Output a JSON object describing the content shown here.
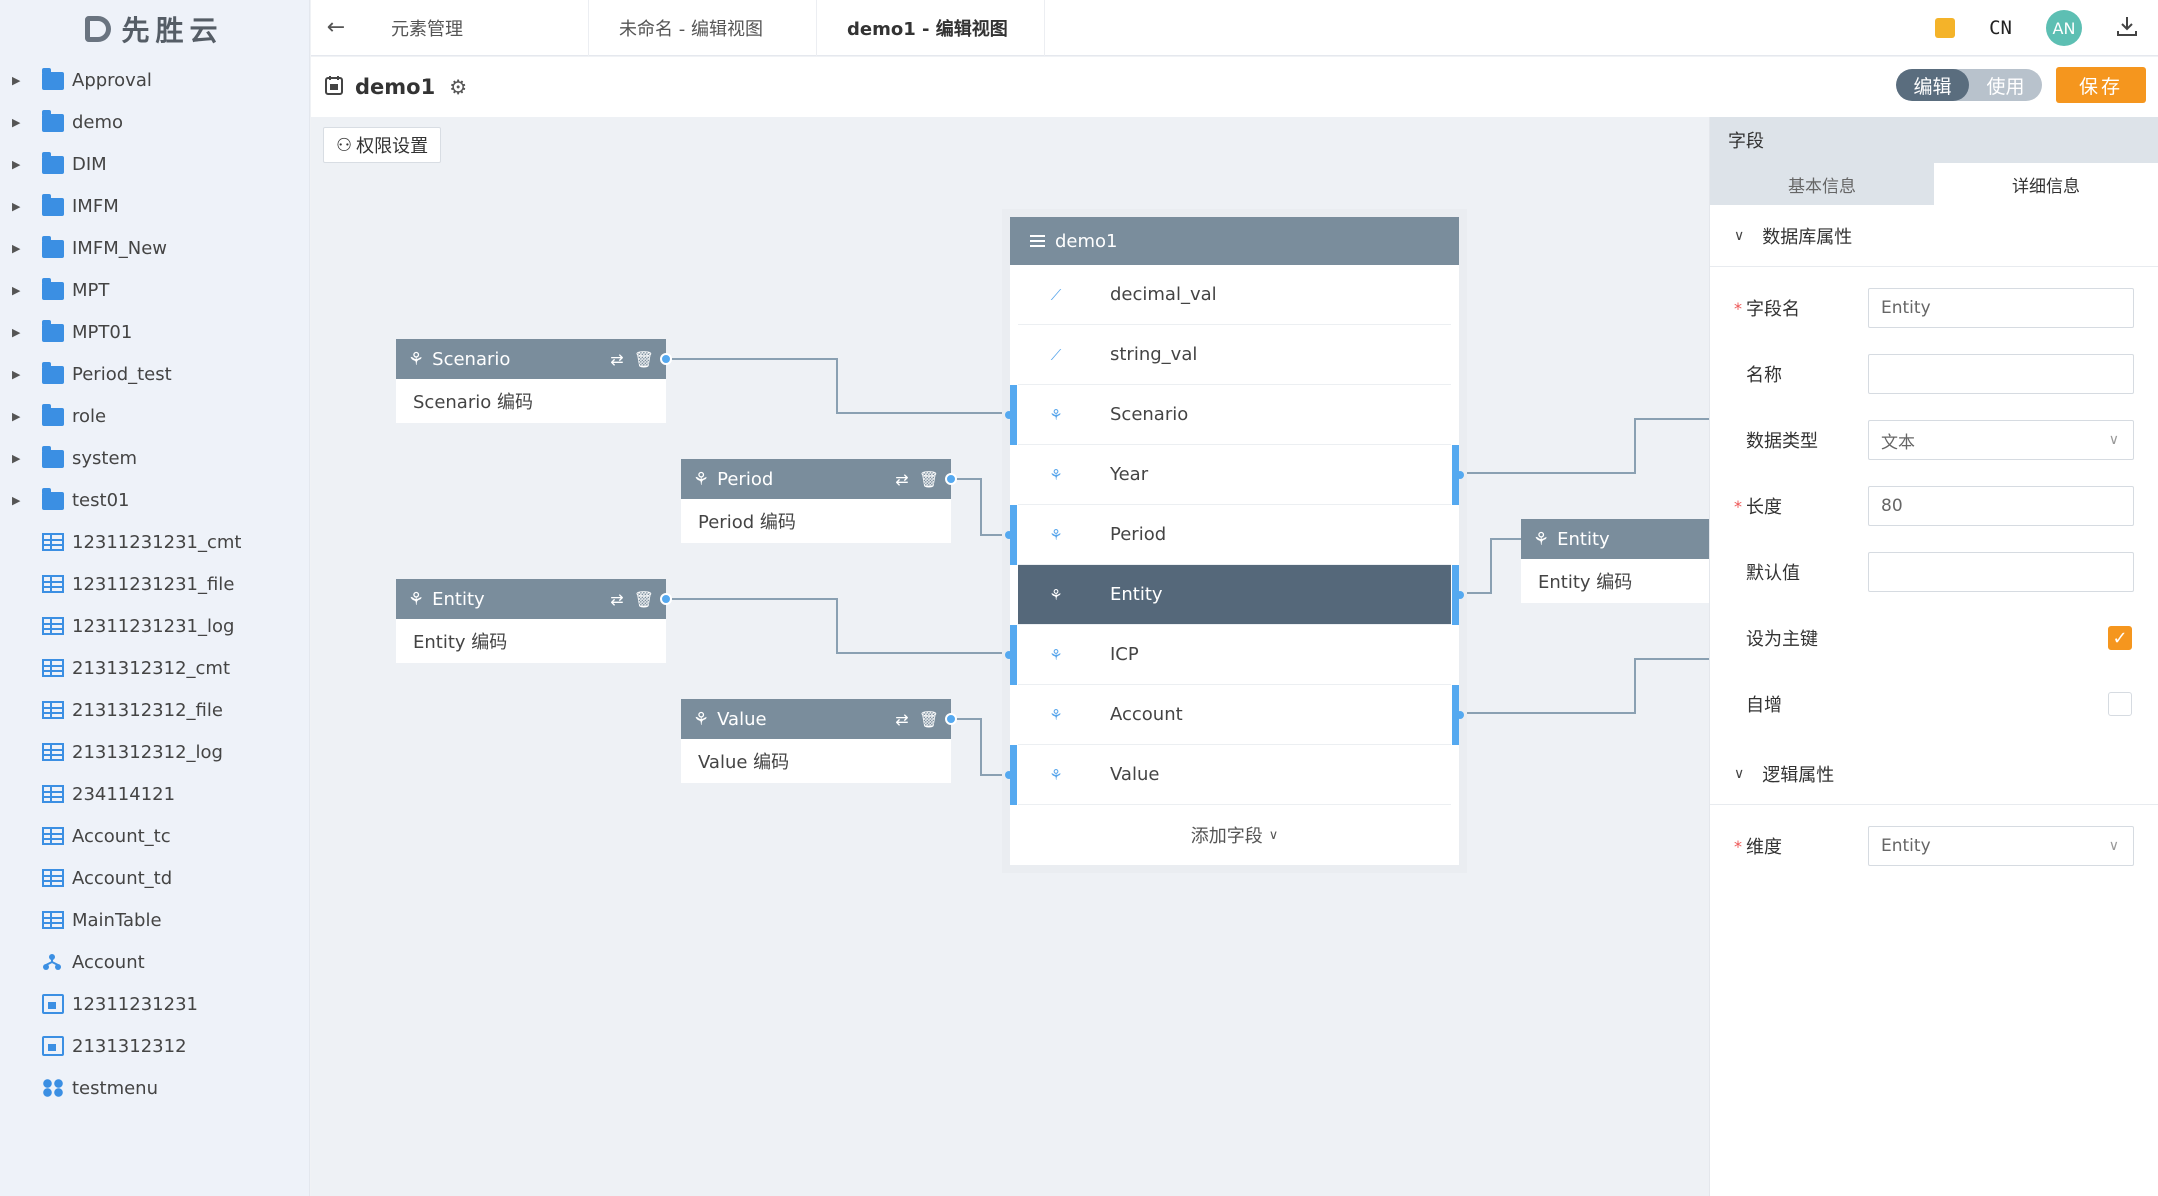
{
  "app": {
    "logo_text": "先胜云"
  },
  "sidebar": {
    "items": [
      {
        "label": "Approval",
        "type": "folder",
        "expandable": true
      },
      {
        "label": "demo",
        "type": "folder",
        "expandable": true
      },
      {
        "label": "DIM",
        "type": "folder",
        "expandable": true
      },
      {
        "label": "IMFM",
        "type": "folder",
        "expandable": true
      },
      {
        "label": "IMFM_New",
        "type": "folder",
        "expandable": true
      },
      {
        "label": "MPT",
        "type": "folder",
        "expandable": true
      },
      {
        "label": "MPT01",
        "type": "folder",
        "expandable": true
      },
      {
        "label": "Period_test",
        "type": "folder",
        "expandable": true
      },
      {
        "label": "role",
        "type": "folder",
        "expandable": true
      },
      {
        "label": "system",
        "type": "folder",
        "expandable": true
      },
      {
        "label": "test01",
        "type": "folder",
        "expandable": true
      },
      {
        "label": "12311231231_cmt",
        "type": "table",
        "expandable": false
      },
      {
        "label": "12311231231_file",
        "type": "table",
        "expandable": false
      },
      {
        "label": "12311231231_log",
        "type": "table",
        "expandable": false
      },
      {
        "label": "2131312312_cmt",
        "type": "table",
        "expandable": false
      },
      {
        "label": "2131312312_file",
        "type": "table",
        "expandable": false
      },
      {
        "label": "2131312312_log",
        "type": "table",
        "expandable": false
      },
      {
        "label": "234114121",
        "type": "table",
        "expandable": false
      },
      {
        "label": "Account_tc",
        "type": "table",
        "expandable": false
      },
      {
        "label": "Account_td",
        "type": "table",
        "expandable": false
      },
      {
        "label": "MainTable",
        "type": "table",
        "expandable": false
      },
      {
        "label": "Account",
        "type": "dim",
        "expandable": false
      },
      {
        "label": "12311231231",
        "type": "calendar",
        "expandable": false
      },
      {
        "label": "2131312312",
        "type": "calendar",
        "expandable": false
      },
      {
        "label": "testmenu",
        "type": "menu",
        "expandable": false
      }
    ]
  },
  "topbar": {
    "tabs": [
      {
        "label": "元素管理",
        "active": false
      },
      {
        "label": "未命名 - 编辑视图",
        "active": false
      },
      {
        "label": "demo1 - 编辑视图",
        "active": true
      }
    ],
    "lang": "CN",
    "avatar": "AN",
    "back_icon": "arrow-left-icon",
    "download_icon": "download-icon"
  },
  "titlebar": {
    "title": "demo1",
    "mode_edit": "编辑",
    "mode_use": "使用",
    "save": "保存"
  },
  "canvas": {
    "permission_button": "权限设置",
    "dim_nodes": [
      {
        "name": "Scenario",
        "body": "Scenario 编码"
      },
      {
        "name": "Period",
        "body": "Period 编码"
      },
      {
        "name": "Entity",
        "body": "Entity 编码"
      },
      {
        "name": "Value",
        "body": "Value 编码"
      },
      {
        "name": "Entity",
        "body": "Entity 编码"
      }
    ],
    "table": {
      "name": "demo1",
      "fields": [
        {
          "label": "decimal_val",
          "icon": "ruler-icon"
        },
        {
          "label": "string_val",
          "icon": "ruler-icon"
        },
        {
          "label": "Scenario",
          "icon": "dimension-icon"
        },
        {
          "label": "Year",
          "icon": "dimension-icon"
        },
        {
          "label": "Period",
          "icon": "dimension-icon"
        },
        {
          "label": "Entity",
          "icon": "dimension-icon"
        },
        {
          "label": "ICP",
          "icon": "dimension-icon"
        },
        {
          "label": "Account",
          "icon": "dimension-icon"
        },
        {
          "label": "Value",
          "icon": "dimension-icon"
        }
      ],
      "add_field": "添加字段"
    }
  },
  "panel": {
    "title": "字段",
    "tab_basic": "基本信息",
    "tab_detail": "详细信息",
    "section_db": "数据库属性",
    "section_logic": "逻辑属性",
    "fields": {
      "field_name_label": "字段名",
      "field_name_value": "Entity",
      "name_label": "名称",
      "name_value": "",
      "type_label": "数据类型",
      "type_value": "文本",
      "length_label": "长度",
      "length_value": "80",
      "default_label": "默认值",
      "default_value": "",
      "pk_label": "设为主键",
      "pk_checked": true,
      "auto_label": "自增",
      "auto_checked": false,
      "dim_label": "维度",
      "dim_value": "Entity"
    }
  },
  "colors": {
    "accent": "#f5961e",
    "node_header": "#7a8d9c",
    "active_row": "#55687a",
    "link": "#55a9f0"
  }
}
